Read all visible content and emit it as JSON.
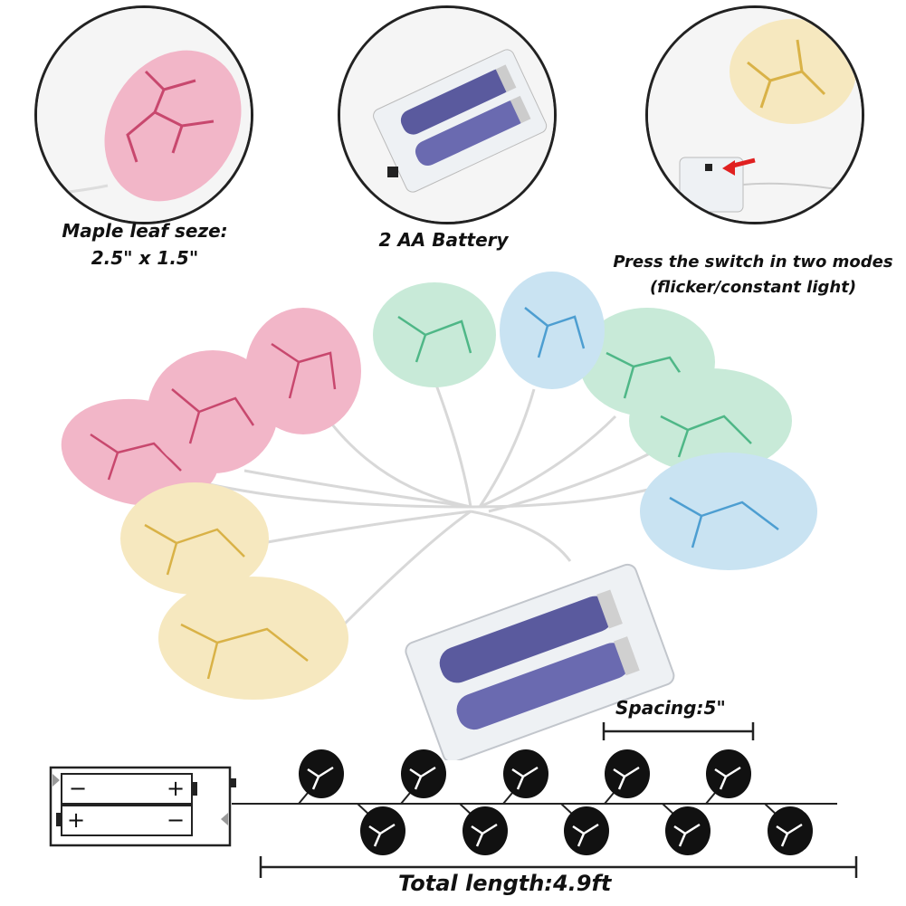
{
  "callouts": {
    "size_label_line1": "Maple leaf seze:",
    "size_label_line2": "2.5\" x 1.5\"",
    "battery_label": "2 AA Battery",
    "switch_label_line1": "Press the switch in two modes",
    "switch_label_line2": "(flicker/constant light)"
  },
  "diagram": {
    "spacing_label": "Spacing:5\"",
    "total_length_label": "Total length:4.9ft",
    "battery_top_minus": "−",
    "battery_top_plus": "+",
    "battery_bottom_plus": "+",
    "battery_bottom_minus": "−"
  },
  "colors": {
    "pink": "#f2b6c8",
    "pink_crack": "#c8486e",
    "yellow": "#f6e8bf",
    "yellow_crack": "#d9b247",
    "green": "#c8ead8",
    "green_crack": "#4fb787",
    "blue": "#c9e3f2",
    "blue_crack": "#4d9ed1",
    "arrow_red": "#e02020"
  }
}
